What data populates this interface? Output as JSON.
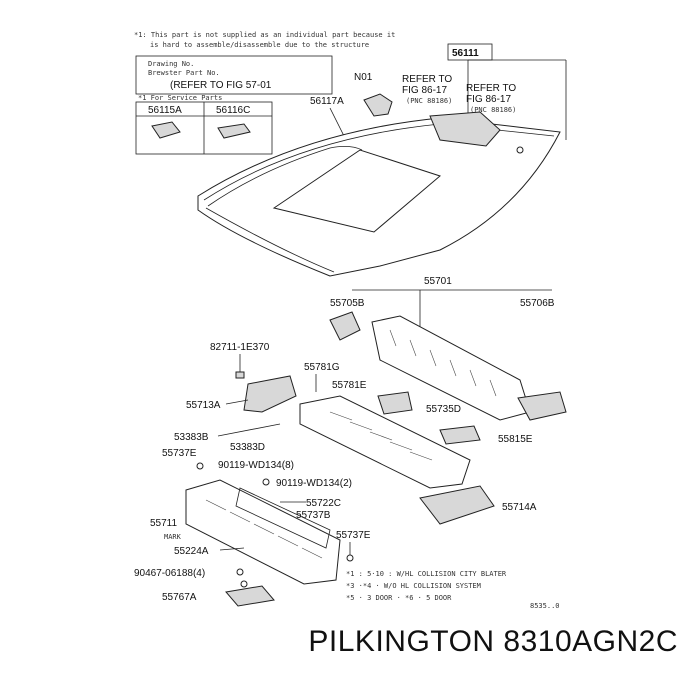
{
  "notes": {
    "top_line1": "*1: This part is not supplied as an individual part because it",
    "top_line2": "is hard to assemble/disassemble due to the structure",
    "box_line1": "Drawing No.",
    "box_line2": "Brewster Part No.",
    "box_refer": "(REFER TO FIG 57-01",
    "service_title": "*1 For Service Parts"
  },
  "part_numbers": {
    "p56111": "56111",
    "p56115A": "56115A",
    "p56116C": "56116C",
    "p56117A": "56117A",
    "n01": "N01",
    "refer1_a": "REFER TO",
    "refer1_b": "FIG 86-17",
    "refer1_c": "(PNC 88186)",
    "refer2_a": "REFER TO",
    "refer2_b": "FIG 86-17",
    "refer2_c": "(PNC 88186)",
    "p55701": "55701",
    "p55705B": "55705B",
    "p55706B": "55706B",
    "p82711": "82711-1E370",
    "p55781G": "55781G",
    "p55781E": "55781E",
    "p55713A": "55713A",
    "p55735D": "55735D",
    "p53383B": "53383B",
    "p53383D": "53383D",
    "p55815E": "55815E",
    "p55737E_a": "55737E",
    "p90119_a": "90119-WD134(8)",
    "p90119_b": "90119-WD134(2)",
    "p55722C": "55722C",
    "p55714A": "55714A",
    "p55711": "55711",
    "mark": "MARK",
    "p55737B": "55737B",
    "p55737E_b": "55737E",
    "p55224A": "55224A",
    "p90467": "90467-06188(4)",
    "p55767A": "55767A",
    "legend1": "*1 : 5·10  :   W/HL COLLISION CITY BLATER",
    "legend2": "*3 ·*4 · W/O HL COLLISION SYSTEM",
    "legend3": "*5 · 3 DOOR ·  *6 · 5 DOOR",
    "code": "8535..0"
  },
  "footer": {
    "brand_part": "PILKINGTON 8310AGN2C"
  }
}
